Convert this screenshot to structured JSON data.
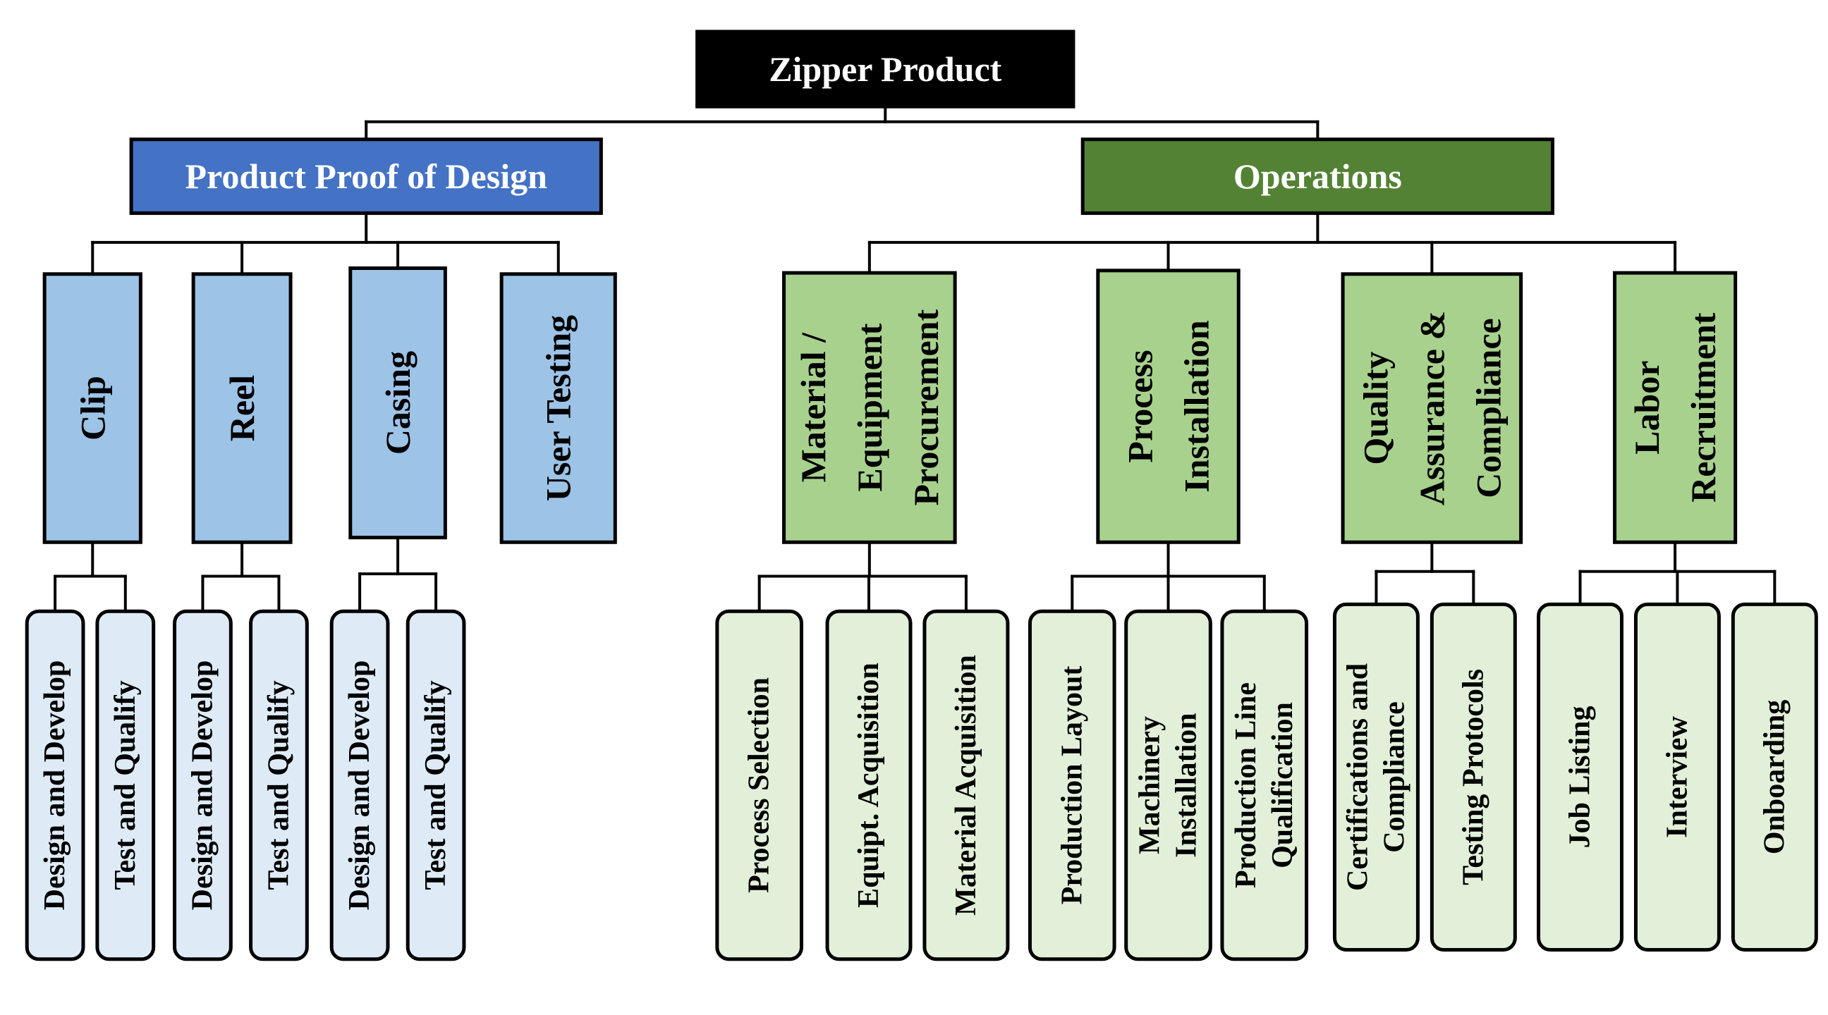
{
  "root": {
    "label": "Zipper Product"
  },
  "branches": [
    {
      "label": "Product Proof of Design",
      "groups": [
        {
          "lines": [
            "Clip"
          ],
          "tasks": [
            {
              "lines": [
                "Design and Develop"
              ]
            },
            {
              "lines": [
                "Test and Qualify"
              ]
            }
          ]
        },
        {
          "lines": [
            "Reel"
          ],
          "tasks": [
            {
              "lines": [
                "Design and Develop"
              ]
            },
            {
              "lines": [
                "Test and Qualify"
              ]
            }
          ]
        },
        {
          "lines": [
            "Casing"
          ],
          "tasks": [
            {
              "lines": [
                "Design and Develop"
              ]
            },
            {
              "lines": [
                "Test and Qualify"
              ]
            }
          ]
        },
        {
          "lines": [
            "User Testing"
          ],
          "tasks": []
        }
      ]
    },
    {
      "label": "Operations",
      "groups": [
        {
          "lines": [
            "Material /",
            "Equipment",
            "Procurement"
          ],
          "tasks": [
            {
              "lines": [
                "Process Selection"
              ]
            },
            {
              "lines": [
                "Equipt. Acquisition"
              ]
            },
            {
              "lines": [
                "Material Acquisition"
              ]
            }
          ]
        },
        {
          "lines": [
            "Process",
            "Installation"
          ],
          "tasks": [
            {
              "lines": [
                "Production Layout"
              ]
            },
            {
              "lines": [
                "Machinery",
                "Installation"
              ]
            },
            {
              "lines": [
                "Production Line",
                "Qualification"
              ]
            }
          ]
        },
        {
          "lines": [
            "Quality",
            "Assurance &",
            "Compliance"
          ],
          "tasks": [
            {
              "lines": [
                "Certifications and",
                "Compliance"
              ]
            },
            {
              "lines": [
                "Testing Protocols"
              ]
            }
          ]
        },
        {
          "lines": [
            "Labor",
            "Recruitment"
          ],
          "tasks": [
            {
              "lines": [
                "Job Listing"
              ]
            },
            {
              "lines": [
                "Interview"
              ]
            },
            {
              "lines": [
                "Onboarding"
              ]
            }
          ]
        }
      ]
    }
  ],
  "colors": {
    "root_fill": "#000000",
    "root_text": "#ffffff",
    "branch_fill": [
      "#4472c4",
      "#548235"
    ],
    "branch_text": "#ffffff",
    "group_fill": [
      "#9dc3e6",
      "#a9d18e"
    ],
    "task_fill": [
      "#deebf7",
      "#e2f0d9"
    ],
    "stroke": "#000000",
    "text": "#000000"
  }
}
